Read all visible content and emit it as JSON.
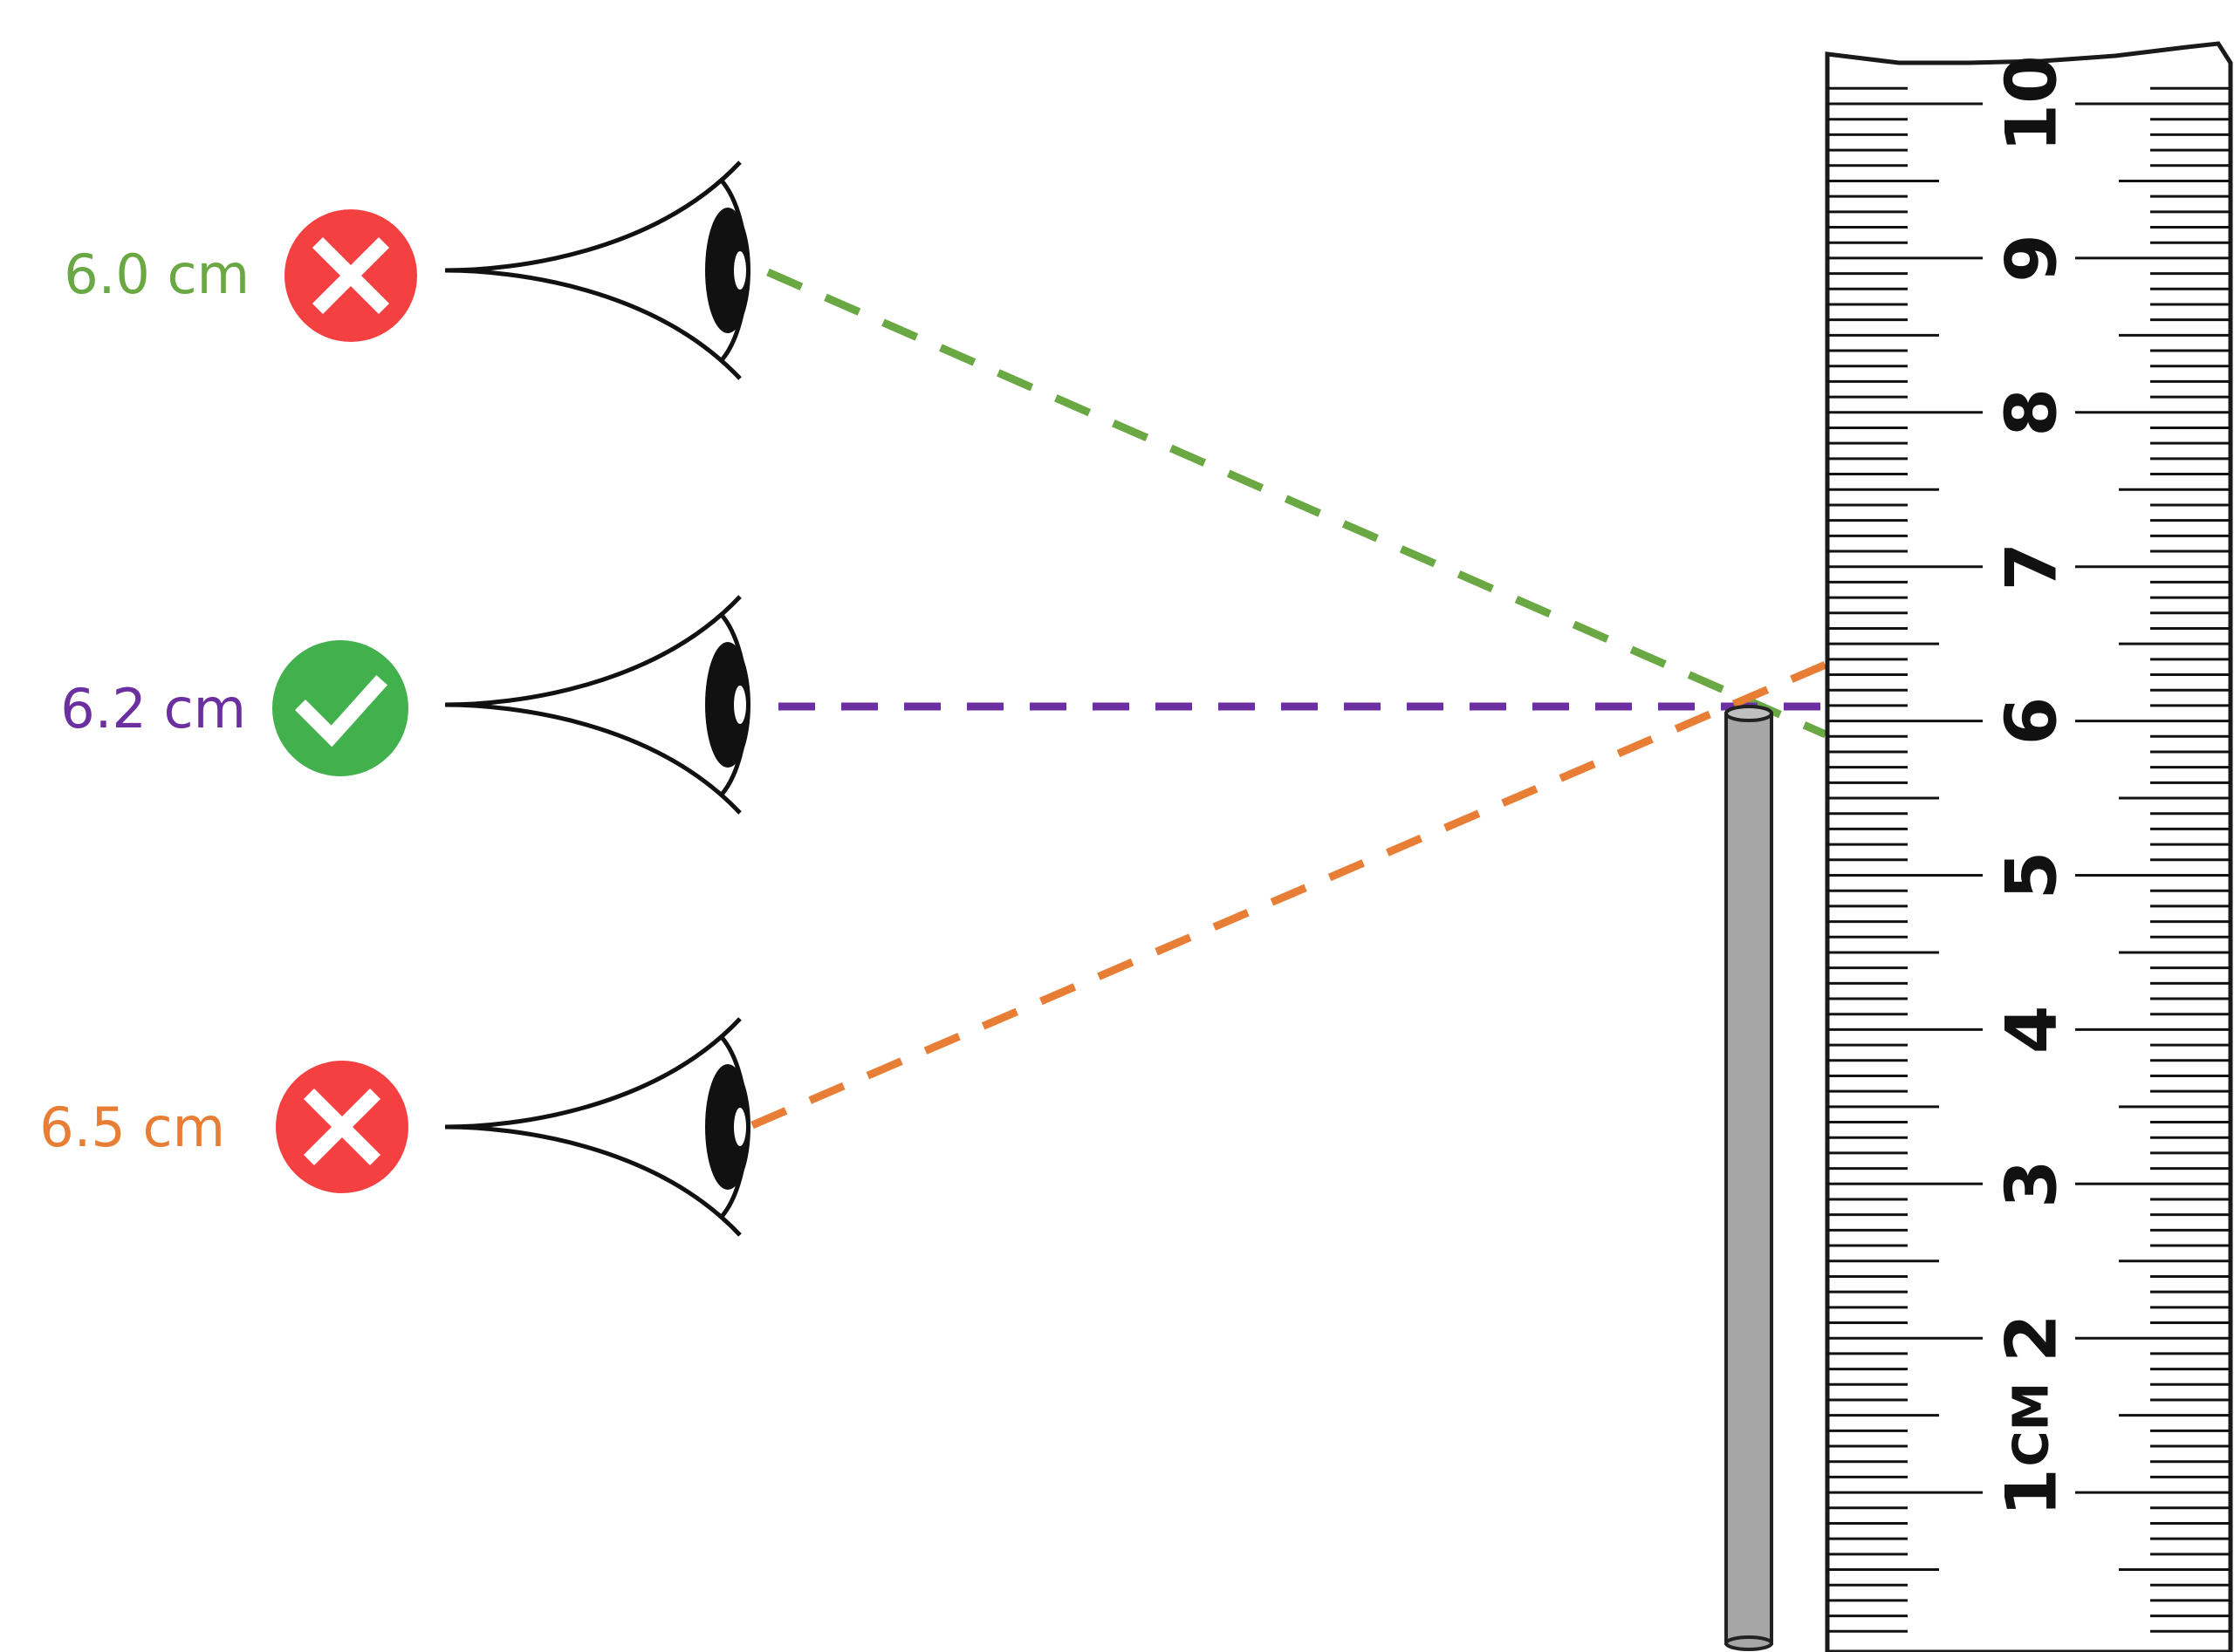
{
  "readings": [
    {
      "label": "6.0 cm",
      "correct": false,
      "color": "#6aa843"
    },
    {
      "label": "6.2 cm",
      "correct": true,
      "color": "#6b2fa0"
    },
    {
      "label": "6.5 cm",
      "correct": false,
      "color": "#e87e35"
    }
  ],
  "status_colors": {
    "wrong": "#f44040",
    "right": "#41b04d"
  },
  "ruler": {
    "numbers": [
      "1",
      "2",
      "3",
      "4",
      "5",
      "6",
      "7",
      "8",
      "9",
      "10"
    ],
    "unit": "CM"
  },
  "rod_color": "#a6a6a6",
  "icons": [
    "eye-icon",
    "cross-icon",
    "check-icon"
  ]
}
